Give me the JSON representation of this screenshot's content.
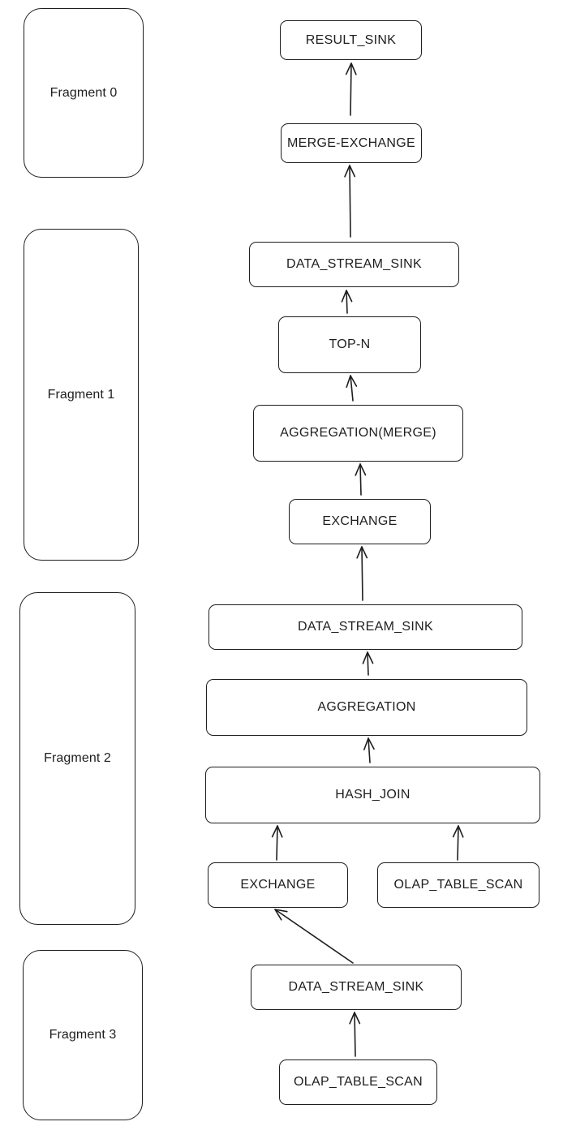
{
  "fragments": [
    {
      "label": "Fragment 0"
    },
    {
      "label": "Fragment 1"
    },
    {
      "label": "Fragment 2"
    },
    {
      "label": "Fragment 3"
    }
  ],
  "nodes": [
    {
      "label": "RESULT_SINK"
    },
    {
      "label": "MERGE-EXCHANGE"
    },
    {
      "label": "DATA_STREAM_SINK"
    },
    {
      "label": "TOP-N"
    },
    {
      "label": "AGGREGATION(MERGE)"
    },
    {
      "label": "EXCHANGE"
    },
    {
      "label": "DATA_STREAM_SINK"
    },
    {
      "label": "AGGREGATION"
    },
    {
      "label": "HASH_JOIN"
    },
    {
      "label": "EXCHANGE"
    },
    {
      "label": "OLAP_TABLE_SCAN"
    },
    {
      "label": "DATA_STREAM_SINK"
    },
    {
      "label": "OLAP_TABLE_SCAN"
    }
  ],
  "edges": [
    {
      "from": "MERGE-EXCHANGE",
      "to": "RESULT_SINK"
    },
    {
      "from": "DATA_STREAM_SINK",
      "to": "MERGE-EXCHANGE"
    },
    {
      "from": "TOP-N",
      "to": "DATA_STREAM_SINK"
    },
    {
      "from": "AGGREGATION(MERGE)",
      "to": "TOP-N"
    },
    {
      "from": "EXCHANGE",
      "to": "AGGREGATION(MERGE)"
    },
    {
      "from": "DATA_STREAM_SINK",
      "to": "EXCHANGE"
    },
    {
      "from": "AGGREGATION",
      "to": "DATA_STREAM_SINK"
    },
    {
      "from": "HASH_JOIN",
      "to": "AGGREGATION"
    },
    {
      "from": "EXCHANGE",
      "to": "HASH_JOIN"
    },
    {
      "from": "OLAP_TABLE_SCAN",
      "to": "HASH_JOIN"
    },
    {
      "from": "DATA_STREAM_SINK",
      "to": "EXCHANGE"
    },
    {
      "from": "OLAP_TABLE_SCAN",
      "to": "DATA_STREAM_SINK"
    }
  ],
  "colors": {
    "stroke": "#1e1e1e",
    "background": "#ffffff"
  }
}
